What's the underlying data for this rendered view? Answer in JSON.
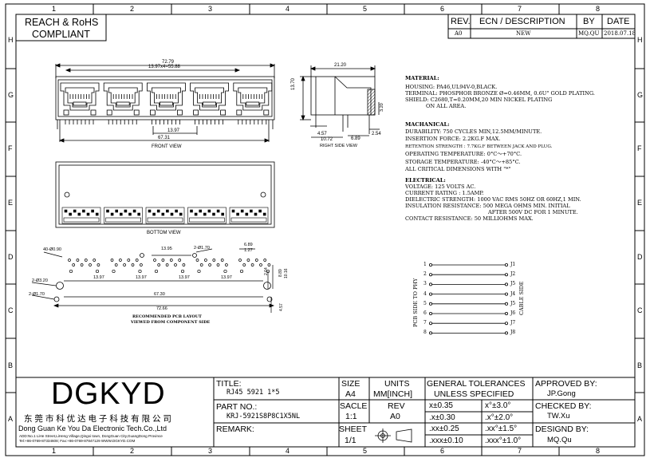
{
  "grid": {
    "columns": [
      "1",
      "2",
      "3",
      "4",
      "5",
      "6",
      "7",
      "8"
    ],
    "rows": [
      "H",
      "G",
      "F",
      "E",
      "D",
      "C",
      "B",
      "A"
    ]
  },
  "compliance": {
    "line1": "REACH & RoHS",
    "line2": "COMPLIANT"
  },
  "revision_table": {
    "headers": {
      "rev": "REV.",
      "ecn": "ECN / DESCRIPTION",
      "by": "BY",
      "date": "DATE"
    },
    "row": {
      "rev": "A0",
      "ecn": "NEW",
      "by": "MQ.QU",
      "date": "2018.07.18"
    }
  },
  "front_view": {
    "overall": "72.79",
    "pitch": "13.97x4=55.88",
    "pitch_single": "13.97",
    "width": "67.31",
    "label": "FRONT VIEW"
  },
  "side_view": {
    "depth": "21.20",
    "height": "13.70",
    "small_h": "3.20",
    "d1": "4.57",
    "d2": "10.72",
    "d3": "6.89",
    "d4": "2.54",
    "label": "RIGHT SIDE VIEW"
  },
  "bottom_view": {
    "label": "BOTTOM VIEW"
  },
  "pcb_layout": {
    "holes_small": "40-Ø0.90",
    "pitch": "13.95",
    "hole_170": "2-Ø1.70",
    "d_689": "6.89",
    "d_127": "1.27",
    "d_264": "2.64",
    "d_889": "8.89",
    "d_1016": "10.16",
    "hole_320": "2-Ø3.20",
    "hole_170b": "2-Ø1.70",
    "p1": "13.97",
    "p2": "13.97",
    "p3": "13.97",
    "p4": "13.97",
    "span": "67.30",
    "overall": "72.66",
    "d_457": "4.57",
    "label1": "RECOMMENDED PCB LAYOUT",
    "label2": "VIEWED FROM COMPONENT SIDE"
  },
  "specs": {
    "material_title": "MATERIAL:",
    "material": [
      "HOUSING: PA46,UL94V-0,BLACK.",
      "TERMINAL: PHOSPHOR BRONZE Ø=0.46MM, 0.6U\" GOLD PLATING.",
      "SHIELD: C2680,T=0.20MM,20 MIN NICKEL PLATING",
      "ON ALL AREA."
    ],
    "mechanical_title": "MACHANICAL:",
    "mechanical": [
      "DURABILITY: 750 CYCLES MIN,12.5MM/MINUTE.",
      "INSERTION FORCE: 2.2KG.F MAX.",
      "RETENTION STRENGTH : 7.7KG.F BETWEEN JACK AND PLUG.",
      "OPERATING TEMPERATURE: 0°C～+70°C.",
      "STORAGE TEMPERATURE: -40°C～+85°C.",
      "ALL CRITICAL DIMENSIONS WITH \"*\""
    ],
    "electrical_title": "ELECTRICAL:",
    "electrical": [
      "VOLTAGE: 125 VOLTS AC.",
      "CURRENT RATING : 1.5AMP.",
      "DIELECTRIC STRENGTH: 1000 VAC RMS 50HZ OR 60HZ,1 MIN.",
      "INSULATION RESISTANCE: 500 MEGA OHMS MIN. INITIAL",
      "AFTER 500V DC FOR 1 MINUTE.",
      "CONTACT RESISTANCE: 50 MILLIOHMS MAX."
    ]
  },
  "schematic": {
    "left_label": "PCB SIDE TO PHY",
    "right_label": "CABLE SIDE",
    "left_pins": [
      "1",
      "2",
      "3",
      "4",
      "5",
      "6",
      "7",
      "8"
    ],
    "right_pins": [
      "J1",
      "J2",
      "J5",
      "J4",
      "J5",
      "J6",
      "J7",
      "J8"
    ]
  },
  "title_block": {
    "company_logo": "DGKYD",
    "company_cn": "东 莞 市 科 优 达 电 子 科 技 有 限 公 司",
    "company_en": "Dong Guan Ke You Da Electronic Tech.Co.,Ltd",
    "address1": "ADD:No.1 LiHe Street,LiHeng Village,Qingxi town, DongGuan City,GuangDong Province",
    "address2": "Tel:+86-0769-87334608; Fax:+86-0769-87847129  WWW.DGKYD.COM",
    "title_label": "TITLE:",
    "title_value": "RJ45 5921 1*5",
    "part_label": "PART NO.:",
    "part_value": "KRJ-5921S8P8C1X5NL",
    "remark_label": "REMARK:",
    "size_label": "SIZE",
    "size_value": "A4",
    "units_label": "UNITS",
    "units_value": "MM[INCH]",
    "scale_label": "SACLE",
    "scale_value": "1:1",
    "rev_label": "REV",
    "rev_value": "A0",
    "sheet_label": "SHEET",
    "sheet_value": "1/1",
    "tol_title1": "GENERAL TOLERANCES",
    "tol_title2": "UNLESS SPECIFIED",
    "tolerances": [
      [
        "x±0.35",
        "x°±3.0°"
      ],
      [
        ".x±0.30",
        ".x°±2.0°"
      ],
      [
        ".xx±0.25",
        ".xx°±1.5°"
      ],
      [
        ".xxx±0.10",
        ".xxx°±1.0°"
      ]
    ],
    "approved_label": "APPROVED BY:",
    "approved_value": "JP.Gong",
    "checked_label": "CHECKED BY:",
    "checked_value": "TW.Xu",
    "designed_label": "DESIGND BY:",
    "designed_value": "MQ.Qu"
  }
}
